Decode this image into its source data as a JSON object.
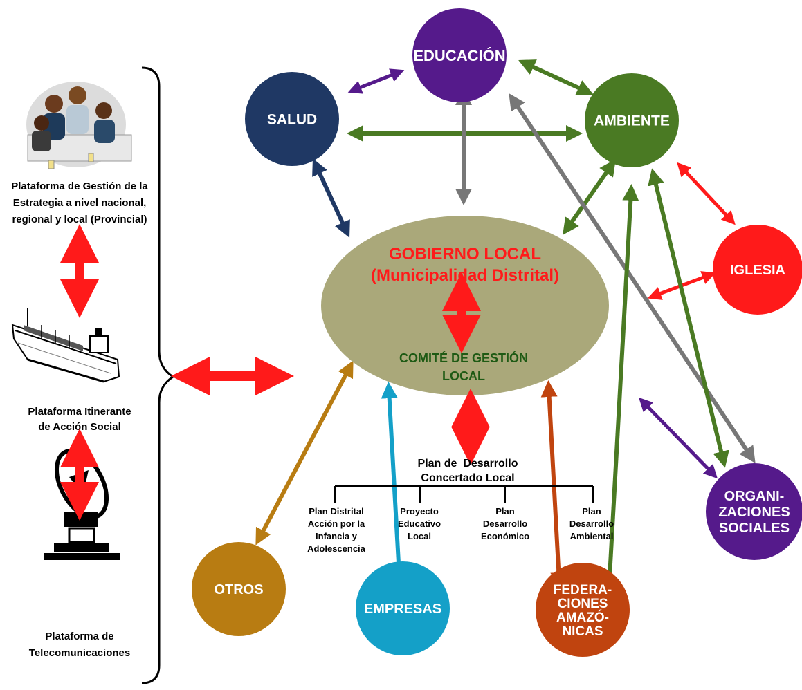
{
  "colors": {
    "red": "#ff1a1a",
    "green": "#4a7a23",
    "gray": "#777777",
    "purple": "#551a8b",
    "navy": "#1f3864",
    "teal": "#14a0c8",
    "orange": "#c0440f",
    "gold": "#b87c12",
    "ellipse": "#aaa87a",
    "comite_text": "#1e5a14"
  },
  "platforms": [
    {
      "lines": [
        "Plataforma de Gestión de la",
        "Estrategia a nivel nacional,",
        "regional y local (Provincial)"
      ],
      "icon": "meeting-people-icon"
    },
    {
      "lines": [
        "Plataforma Itinerante",
        "de Acción Social"
      ],
      "icon": "ship-icon"
    },
    {
      "lines": [
        "Plataforma de",
        "Telecomunicaciones"
      ],
      "icon": "satellite-dish-icon"
    }
  ],
  "center": {
    "title_line1": "GOBIERNO LOCAL",
    "title_line2": "(Municipalidad Distrital)",
    "committee_line1": "COMITÉ DE GESTIÓN",
    "committee_line2": "LOCAL"
  },
  "nodes": {
    "educacion": {
      "lines": [
        "EDUCACIÓN"
      ],
      "color": "#551a8b"
    },
    "salud": {
      "lines": [
        "SALUD"
      ],
      "color": "#1f3864"
    },
    "ambiente": {
      "lines": [
        "AMBIENTE"
      ],
      "color": "#4a7a23"
    },
    "iglesia": {
      "lines": [
        "IGLESIA"
      ],
      "color": "#ff1a1a"
    },
    "organizaciones": {
      "lines": [
        "ORGANI-",
        "ZACIONES",
        "SOCIALES"
      ],
      "color": "#551a8b"
    },
    "otros": {
      "lines": [
        "OTROS"
      ],
      "color": "#b87c12"
    },
    "empresas": {
      "lines": [
        "EMPRESAS"
      ],
      "color": "#14a0c8"
    },
    "federaciones": {
      "lines": [
        "FEDERA-",
        "CIONES",
        "AMAZÓ-",
        "NICAS"
      ],
      "color": "#c0440f"
    }
  },
  "plan": {
    "title_line1": "Plan de  Desarrollo",
    "title_line2": "Concertado Local",
    "items": [
      {
        "lines": [
          "Plan Distrital",
          "Acción por la",
          "Infancia y",
          "Adolescencia"
        ]
      },
      {
        "lines": [
          "Proyecto",
          "Educativo",
          "Local"
        ]
      },
      {
        "lines": [
          "Plan",
          "Desarrollo",
          "Económico"
        ]
      },
      {
        "lines": [
          "Plan",
          "Desarrollo",
          "Ambiental"
        ]
      }
    ]
  }
}
